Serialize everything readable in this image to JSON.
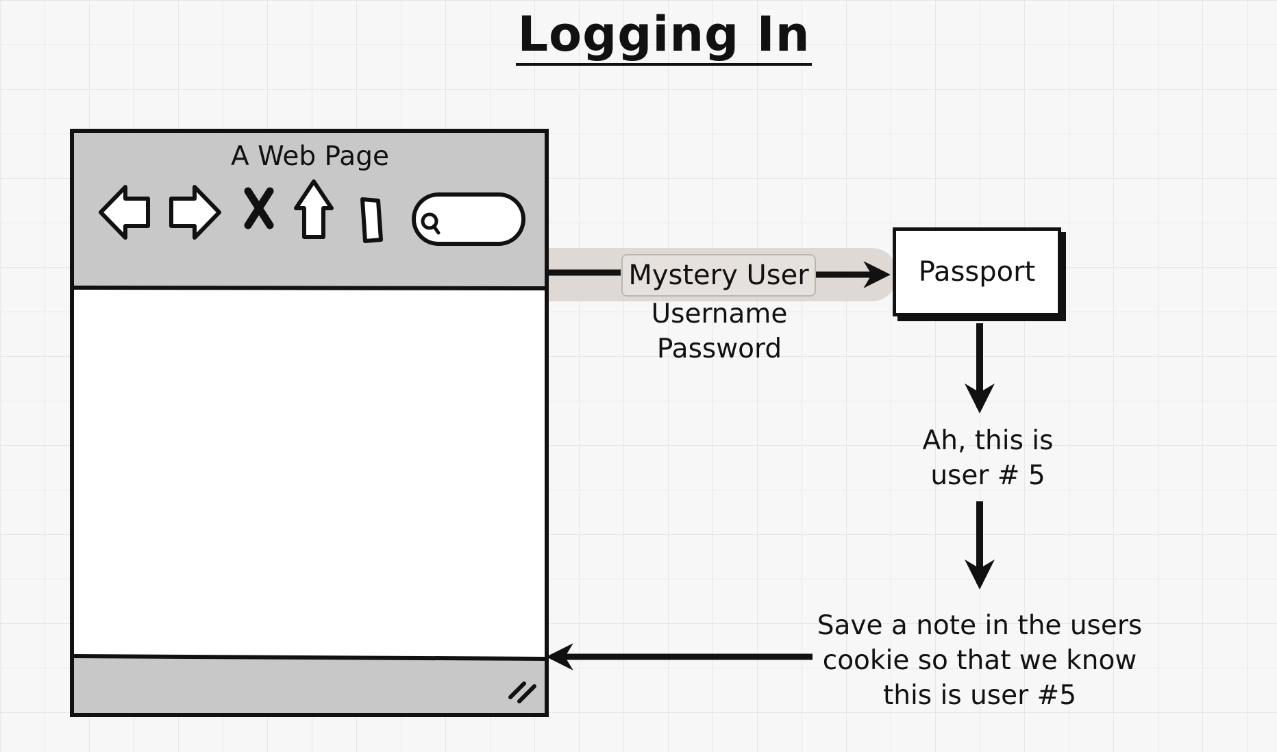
{
  "title": "Logging In",
  "browser": {
    "title": "A Web Page",
    "toolbar_icons": [
      "back-arrow-icon",
      "forward-arrow-icon",
      "stop-x-icon",
      "home-icon",
      "bookmark-icon",
      "search-icon"
    ]
  },
  "request": {
    "label": "Mystery User",
    "line1": "Username",
    "line2": "Password"
  },
  "passport": {
    "label": "Passport"
  },
  "steps": {
    "identify": "Ah, this is user # 5",
    "save_note": "Save a note in the users cookie so that we know this is user #5"
  },
  "colors": {
    "browser_chrome": "#c8c8c8",
    "ink": "#111111",
    "highlight": "#d9d4cf",
    "grid": "#e7e7e7"
  }
}
